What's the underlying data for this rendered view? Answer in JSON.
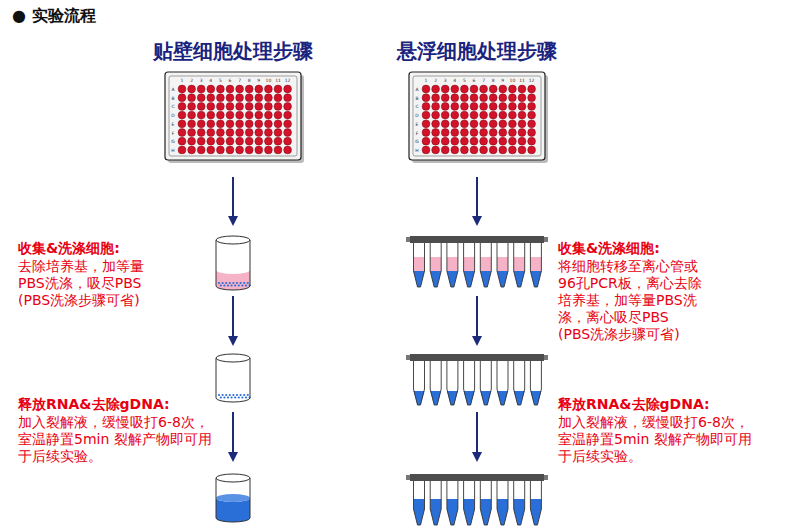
{
  "diagram": {
    "title": "● 实验流程",
    "labels": [
      "贴壁细胞处理步骤",
      "悬浮细胞处理步骤",
      "收集&洗涤细胞:",
      "去除培养基，加等量 PBS洗涤，吸尽PBS (PBS洗涤步骤可省)",
      "释放RNA&去除gDNA:",
      "加入裂解液，缓慢吸打6-8次， 室温静置5min 裂解产物即可用于后续实验。",
      "收集&洗涤细胞:",
      "将细胞转移至离心管或 96孔PCR板，离心去除 培养基，加等量PBS洗 涤，离心吸尽PBS (PBS洗涤步骤可省)",
      "释放RNA&去除gDNA:",
      "加入裂解液，缓慢吸打6-8次， 室温静置5min 裂解产物即可用于后续实验。",
      "1",
      "2",
      "3",
      "4",
      "5",
      "6",
      "7",
      "8",
      "9",
      "10",
      "11",
      "12",
      "A",
      "B",
      "C",
      "D",
      "E",
      "F",
      "G",
      "H",
      "1",
      "2",
      "3",
      "4",
      "5",
      "6",
      "7",
      "8",
      "9",
      "10",
      "11",
      "12",
      "A",
      "B",
      "C",
      "D",
      "E",
      "F",
      "G",
      "H"
    ]
  }
}
